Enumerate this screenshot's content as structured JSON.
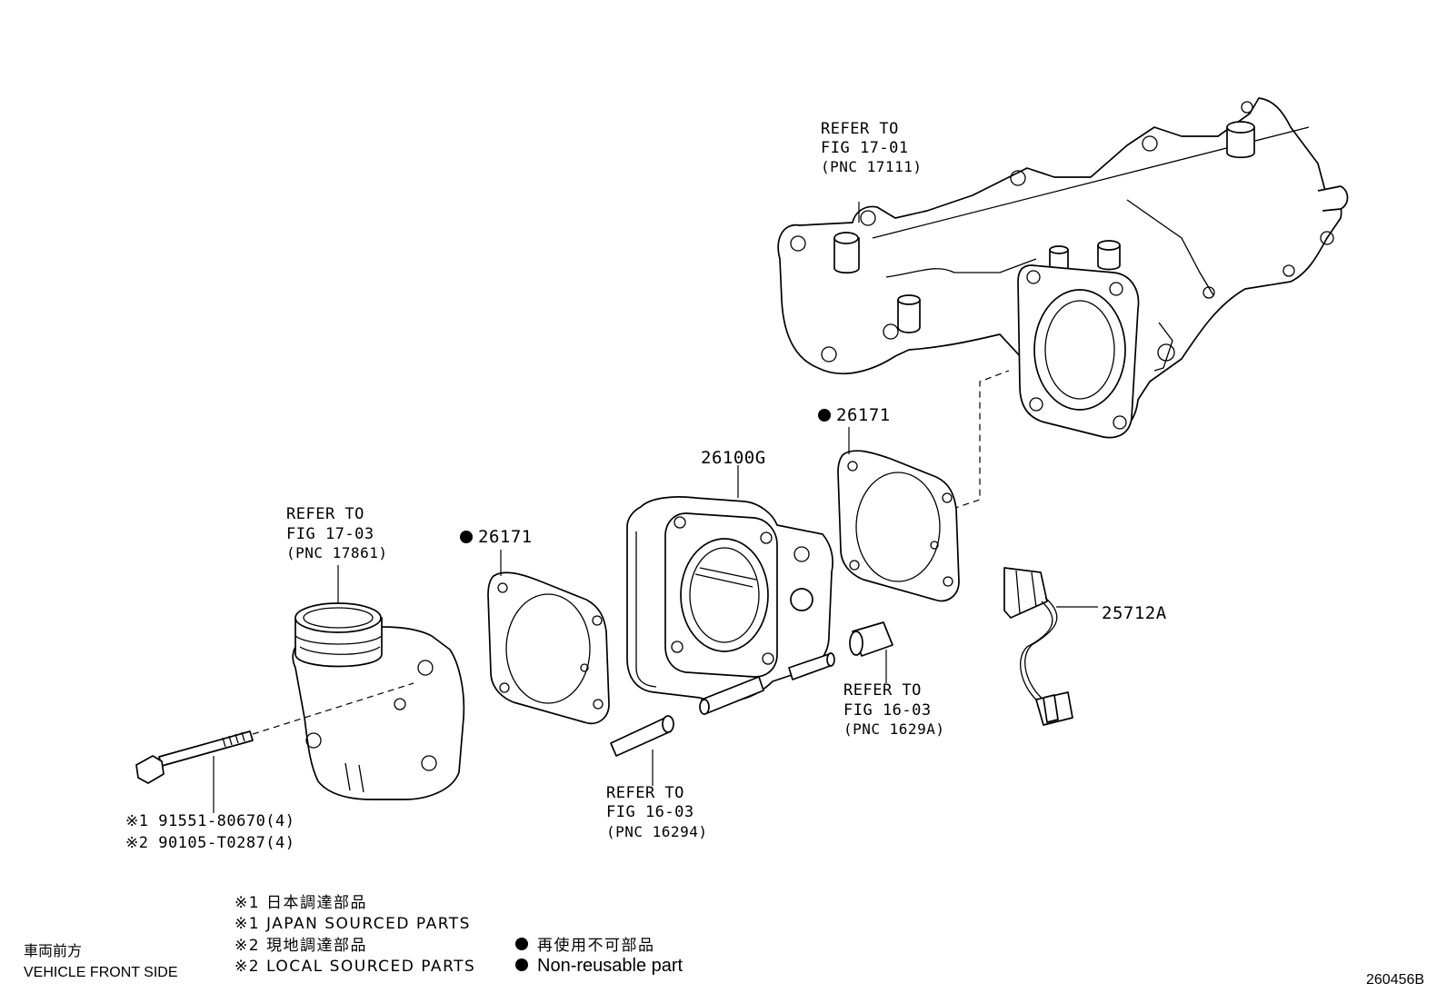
{
  "refs": {
    "manifold": {
      "line1": "REFER TO",
      "line2": "FIG 17-01",
      "line3": "(PNC 17111)"
    },
    "inlet": {
      "line1": "REFER TO",
      "line2": "FIG 17-03",
      "line3": "(PNC 17861)"
    },
    "hose_lower": {
      "line1": "REFER TO",
      "line2": "FIG 16-03",
      "line3": "(PNC 16294)"
    },
    "hose_upper": {
      "line1": "REFER TO",
      "line2": "FIG 16-03",
      "line3": "(PNC 1629A)"
    }
  },
  "parts": {
    "gasket_left": "26171",
    "gasket_right": "26171",
    "throttle_body": "26100G",
    "harness": "25712A",
    "bolt_line1": "※1 91551-80670(4)",
    "bolt_line2": "※2 90105-T0287(4)"
  },
  "legend": {
    "jp1": "※1 日本調達部品",
    "en1": "※1 JAPAN SOURCED PARTS",
    "jp2": "※2 現地調達部品",
    "en2": "※2 LOCAL SOURCED PARTS",
    "nonreuse_jp": "再使用不可部品",
    "nonreuse_en": "Non-reusable part"
  },
  "vehicle_side": {
    "jp": "車両前方",
    "en": "VEHICLE FRONT SIDE"
  },
  "figure_id": "260456B"
}
